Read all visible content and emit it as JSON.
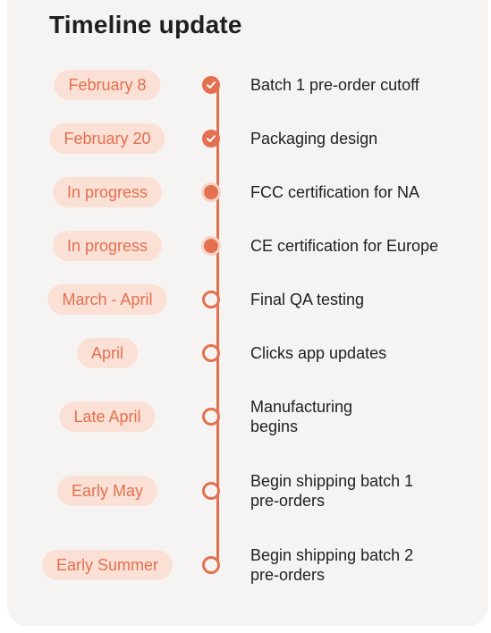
{
  "title": "Timeline update",
  "colors": {
    "accent": "#e3704f",
    "pill_bg": "#fbe0d6",
    "card_bg": "#f6f4f2",
    "text": "#1f1f1f"
  },
  "items": [
    {
      "date": "February 8",
      "label": "Batch 1 pre-order cutoff",
      "status": "done",
      "icon": "check-icon"
    },
    {
      "date": "February 20",
      "label": "Packaging design",
      "status": "done",
      "icon": "check-icon"
    },
    {
      "date": "In progress",
      "label": "FCC certification for NA",
      "status": "progress",
      "icon": "dot-icon"
    },
    {
      "date": "In progress",
      "label": "CE certification for Europe",
      "status": "progress",
      "icon": "dot-icon"
    },
    {
      "date": "March - April",
      "label": "Final QA testing",
      "status": "todo",
      "icon": "ring-icon"
    },
    {
      "date": "April",
      "label": "Clicks app updates",
      "status": "todo",
      "icon": "ring-icon"
    },
    {
      "date": "Late April",
      "label": "Manufacturing\nbegins",
      "status": "todo",
      "icon": "ring-icon"
    },
    {
      "date": "Early May",
      "label": "Begin shipping batch 1\npre-orders",
      "status": "todo",
      "icon": "ring-icon"
    },
    {
      "date": "Early Summer",
      "label": "Begin shipping batch 2\npre-orders",
      "status": "todo",
      "icon": "ring-icon"
    }
  ]
}
